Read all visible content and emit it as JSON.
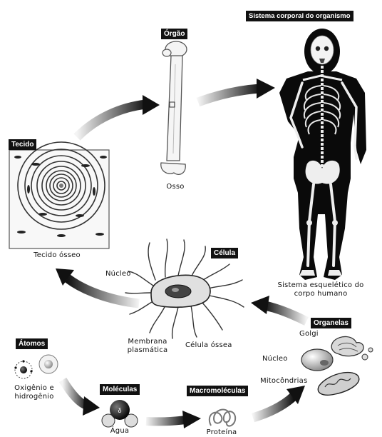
{
  "labels": {
    "orgao": "Órgão",
    "osso": "Osso",
    "sistema_title": "Sistema corporal do organismo",
    "sistema_caption": "Sistema esquelético do corpo humano",
    "tecido": "Tecido",
    "tecido_caption": "Tecido ósseo",
    "celula": "Célula",
    "nucleo_celula": "Núcleo",
    "membrana": "Membrana plasmática",
    "celula_caption": "Célula óssea",
    "organelas": "Organelas",
    "golgi": "Golgi",
    "nucleo_organela": "Núcleo",
    "mitocondrias": "Mitocôndrias",
    "atomos": "Átomos",
    "atomos_caption": "Oxigênio e hidrogênio",
    "moleculas": "Moléculas",
    "agua": "Água",
    "macromoleculas": "Macromoléculas",
    "proteina": "Proteína"
  },
  "icons": {
    "arrow": "curved-arrow-icon",
    "bone": "bone-icon",
    "skeleton": "skeleton-icon",
    "tissue": "bone-tissue-icon",
    "cell": "bone-cell-icon",
    "golgi": "golgi-icon",
    "nucleus": "nucleus-icon",
    "mitochondria": "mitochondria-icon",
    "atom": "atom-icon",
    "water": "water-molecule-icon",
    "protein": "protein-icon"
  },
  "colors": {
    "tag_bg": "#111111",
    "arrow": "#222222",
    "skeleton_body": "#0a0a0a"
  }
}
